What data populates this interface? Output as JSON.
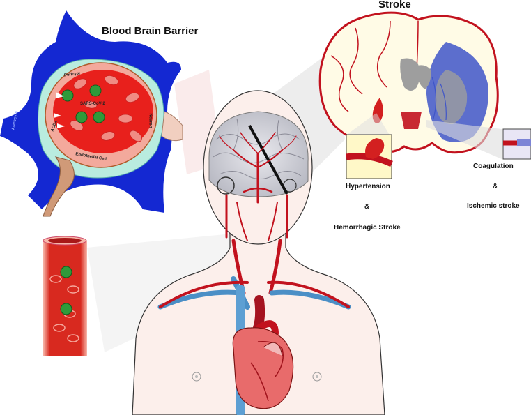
{
  "labels": {
    "bbb_title": "Blood Brain Barrier",
    "stroke_title": "Stroke",
    "hypertension": "Hypertension",
    "ampersand_left": "&",
    "hemorrhagic": "Hemorrhagic Stroke",
    "coagulation": "Coagulation",
    "ampersand_right": "&",
    "ischemic": "Ischemic stroke"
  },
  "bbb_parts": {
    "pericyte": "Pericyte",
    "astrocyte": "Astrocyte",
    "neuron": "Neuron",
    "endothelial": "Endothelial Cell",
    "virus": "SARS-CoV-2",
    "ace2": "ACE2"
  },
  "colors": {
    "astrocyte": "#1428d2",
    "pericyte": "#b9ecdf",
    "vessel_wall": "#f3a99c",
    "lumen": "#e8201c",
    "artery": "#c2121e",
    "vein": "#4b8fc6",
    "virus": "#2f9a3a",
    "skin": "#fbeee9",
    "brain_white": "#fffbe6",
    "brain_grey": "#9e9e9e",
    "ischemic_zone": "#3f55c8"
  }
}
